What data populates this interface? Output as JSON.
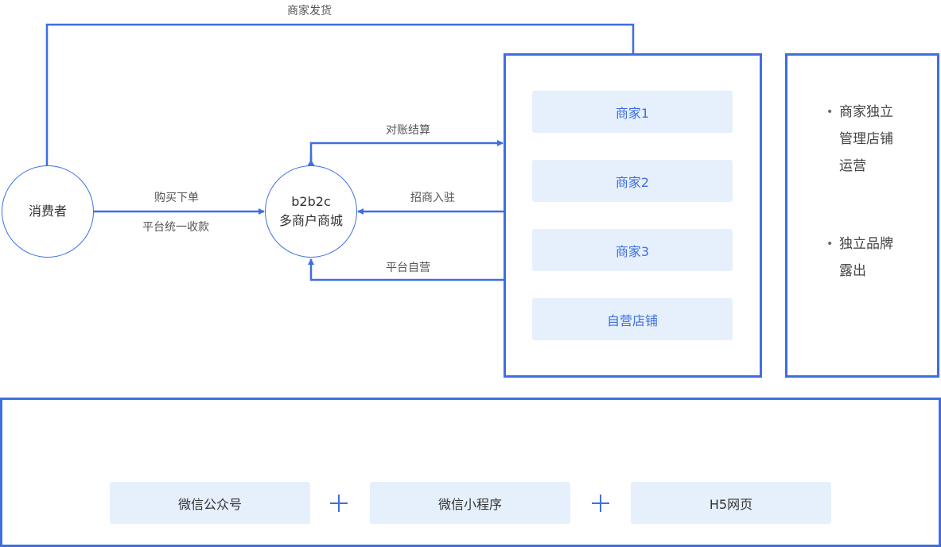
{
  "nodes": {
    "consumer": "消费者",
    "mall_line1": "b2b2c",
    "mall_line2": "多商户商城"
  },
  "edges": {
    "ship": "商家发货",
    "order": "购买下单",
    "collect": "平台统一收款",
    "settle": "对账结算",
    "join": "招商入驻",
    "self_run": "平台自营"
  },
  "merchants": [
    "商家1",
    "商家2",
    "商家3",
    "自营店铺"
  ],
  "features": {
    "item1": [
      "商家独立",
      "管理店铺",
      "运营"
    ],
    "item2": [
      "独立品牌",
      "露出"
    ]
  },
  "channels": [
    "微信公众号",
    "微信小程序",
    "H5网页"
  ],
  "colors": {
    "accent": "#3d6fe0",
    "pill_bg": "#e6f0fc"
  }
}
